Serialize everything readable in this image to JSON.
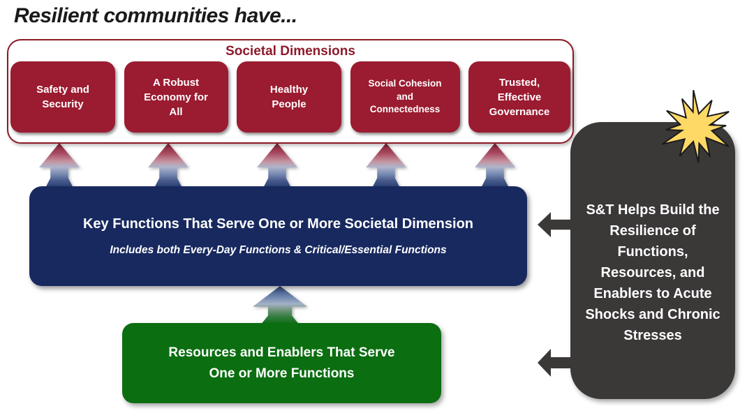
{
  "title": "Resilient communities have...",
  "societal_dimensions": {
    "label": "Societal Dimensions",
    "boxes": [
      {
        "label": "Safety and\nSecurity"
      },
      {
        "label": "A Robust\nEconomy for\nAll"
      },
      {
        "label": "Healthy\nPeople"
      },
      {
        "label": "Social Cohesion\nand\nConnectedness"
      },
      {
        "label": "Trusted,\nEffective\nGovernance"
      }
    ]
  },
  "key_functions_box": {
    "title": "Key Functions That Serve One or More Societal Dimension",
    "subtitle": "Includes both Every-Day Functions & Critical/Essential Functions"
  },
  "resources_box": {
    "label": "Resources and Enablers That Serve\nOne or More Functions"
  },
  "st_callout_box": {
    "text": "S&T Helps Build the Resilience of Functions, Resources, and Enablers to Acute Shocks and Chronic Stresses"
  },
  "icons": {
    "starburst": "starburst-icon"
  },
  "colors": {
    "dimension_red": "#9B1B30",
    "container_border_red": "#8C1A24",
    "label_red": "#8C1A2B",
    "functions_navy": "#17295F",
    "resources_green": "#0B6E11",
    "callout_charcoal": "#3B3838",
    "starburst_yellow": "#FFD966",
    "text_white": "#FFFFFF",
    "title_black": "#1A1A1A"
  }
}
